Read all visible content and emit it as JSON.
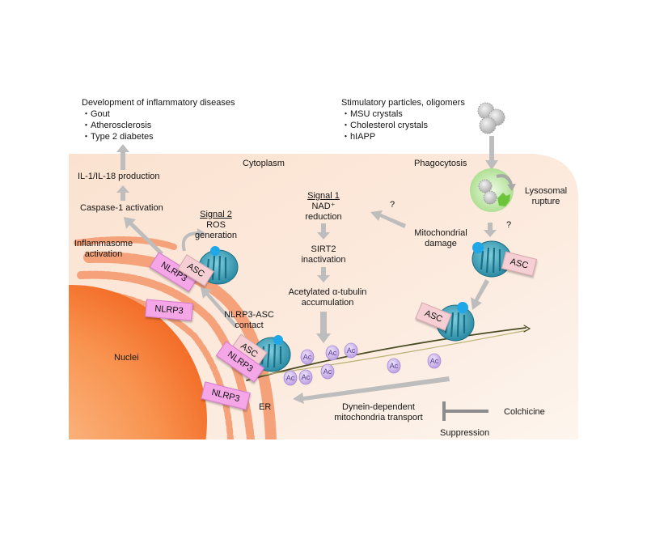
{
  "diseases": {
    "title": "Development of inflammatory diseases",
    "items": [
      "Gout",
      "Atherosclerosis",
      "Type 2 diabetes"
    ]
  },
  "stimuli": {
    "title": "Stimulatory particles, oligomers",
    "items": [
      "MSU crystals",
      "Cholesterol crystals",
      "hIAPP"
    ]
  },
  "bullet": "・",
  "regions": {
    "cytoplasm": "Cytoplasm",
    "nuclei": "Nuclei",
    "er": "ER"
  },
  "steps": {
    "il_production": "IL-1/IL-18 production",
    "caspase": "Caspase-1 activation",
    "inflammasome_line1": "Inflammasome",
    "inflammasome_line2": "activation",
    "signal2_title": "Signal 2",
    "signal2_line1": "ROS",
    "signal2_line2": "generation",
    "signal1_title": "Signal 1",
    "signal1_line1": "NAD⁺",
    "signal1_line2": "reduction",
    "sirt2_line1": "SIRT2",
    "sirt2_line2": "inactivation",
    "tubulin_line1": "Acetylated α-tubulin",
    "tubulin_line2": "accumulation",
    "contact_line1": "NLRP3-ASC",
    "contact_line2": "contact",
    "phagocytosis": "Phagocytosis",
    "lysosomal_line1": "Lysosomal",
    "lysosomal_line2": "rupture",
    "mito_damage_line1": "Mitochondrial",
    "mito_damage_line2": "damage",
    "question1": "?",
    "question2": "?",
    "dynein_line1": "Dynein-dependent",
    "dynein_line2": "mitochondria transport",
    "colchicine": "Colchicine",
    "suppression": "Suppression"
  },
  "proteins": {
    "nlrp3": "NLRP3",
    "asc": "ASC",
    "ac": "Ac"
  },
  "colors": {
    "cytoplasm": "#fbe6d8",
    "nucleus": "#f26a1b",
    "er": "#f5a27a",
    "nlrp3": "#f4a6e6",
    "asc": "#f5cfd3",
    "mitochondria": "#3a9bb3",
    "ros_spark": "#1fa7e8",
    "lysosome": "#bfe8a8",
    "acetyl": "#cdb6ec",
    "arrow": "#bdbdbd",
    "microtubule": "#4a4a22"
  }
}
